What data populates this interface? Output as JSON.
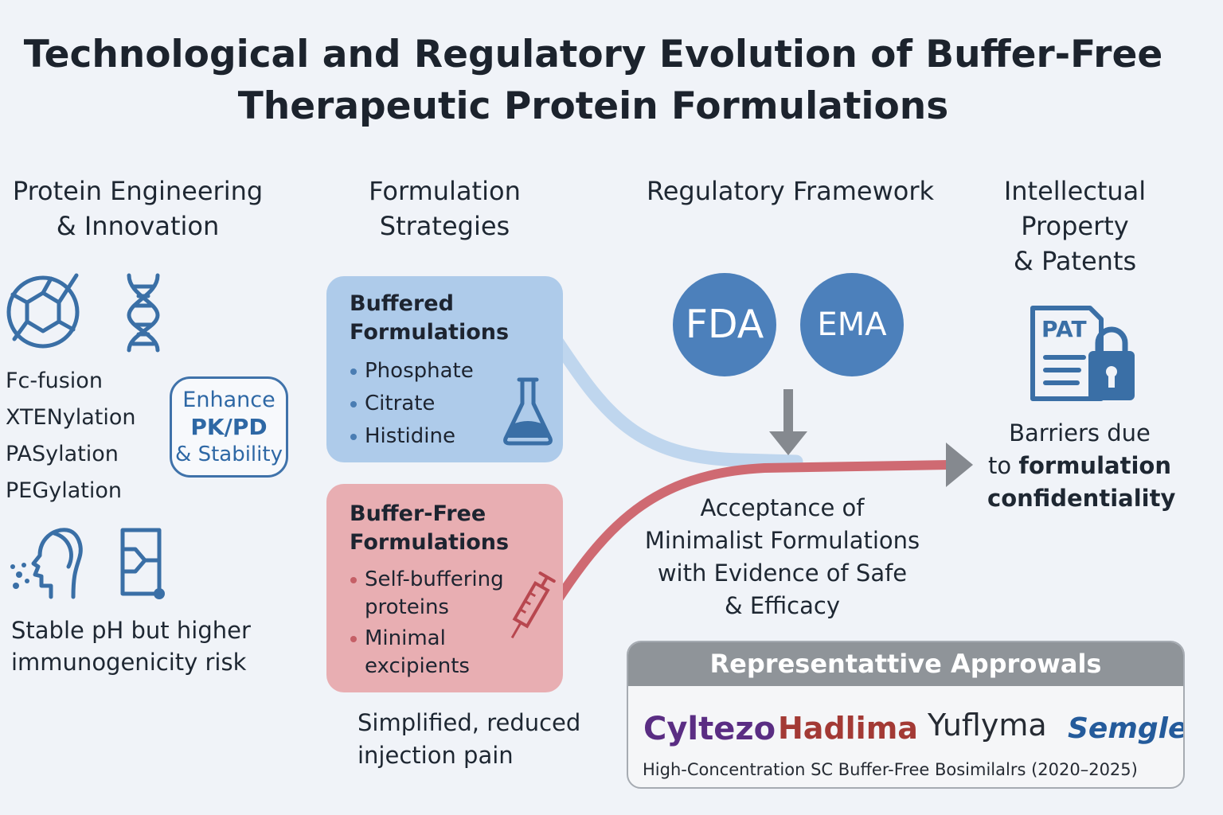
{
  "title": {
    "line1": "Technological and Regulatory Evolution of Buffer-Free",
    "line2": "Therapeutic Protein Formulations"
  },
  "columns": {
    "engineering": {
      "heading_line1": "Protein Engineering",
      "heading_line2": "& Innovation",
      "techniques": [
        "Fc-fusion",
        "XTENylation",
        "PASylation",
        "PEGylation"
      ],
      "enhance_badge": {
        "line1": "Enhance",
        "line2": "PK/PD",
        "line3": "& Stability"
      },
      "note_line1": "Stable pH but higher",
      "note_line2": "immunogenicity risk",
      "icons": [
        "protein-structure-icon",
        "dna-helix-icon",
        "inhalation-icon",
        "autoinjector-icon"
      ]
    },
    "formulation": {
      "heading_line1": "Formulation",
      "heading_line2": "Strategies",
      "buffered": {
        "title_line1": "Buffered",
        "title_line2": "Formulations",
        "items": [
          "Phosphate",
          "Citrate",
          "Histidine"
        ],
        "icon": "flask-icon"
      },
      "buffer_free": {
        "title_line1": "Buffer-Free",
        "title_line2": "Formulations",
        "items": [
          {
            "line1": "Self-buffering",
            "line2": "proteins"
          },
          {
            "line1": "Minimal",
            "line2": "excipients"
          }
        ],
        "icon": "syringe-icon"
      },
      "note_line1": "Simplified, reduced",
      "note_line2": "injection pain"
    },
    "regulatory": {
      "heading": "Regulatory Framework",
      "agencies": [
        "FDA",
        "EMA"
      ],
      "acceptance_lines": [
        "Acceptance of",
        "Minimalist Formulations",
        "with Evidence of Safe",
        "& Efficacy"
      ]
    },
    "ip": {
      "heading_line1": "Intellectual",
      "heading_line2": "Property",
      "heading_line3": "& Patents",
      "patent_label": "PAT",
      "icon": "patent-lock-icon",
      "barrier_line1": "Barriers due",
      "barrier_line2_prefix": "to ",
      "barrier_line2_bold": "formulation",
      "barrier_line3": "confidentiality"
    }
  },
  "approvals": {
    "heading": "Representattive Approwals",
    "brands": [
      "Cyltezo",
      "Hadlima",
      "Yuflyma",
      "Semglee"
    ],
    "footnote": "High-Concentration SC Buffer-Free Bosimilalrs (2020–2025)"
  },
  "colors": {
    "accent_blue": "#4c80bb",
    "buffered_box": "#aecbea",
    "buffer_free_box": "#e8aeb2",
    "flow_red": "#cf6a72",
    "arrow_gray": "#85898f"
  }
}
